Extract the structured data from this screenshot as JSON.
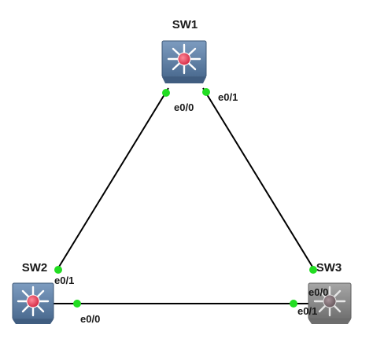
{
  "colors": {
    "link": "#000000",
    "port_up": "#22dd22",
    "switch_active_body": "#5e7fa3",
    "switch_inactive_body": "#8d8d8d",
    "switch_core_active": "#e8364e",
    "switch_core_inactive": "#7a6b70"
  },
  "nodes": [
    {
      "id": "SW1",
      "label": "SW1",
      "state": "active",
      "icon": "layer3-switch-icon"
    },
    {
      "id": "SW2",
      "label": "SW2",
      "state": "active",
      "icon": "layer3-switch-icon"
    },
    {
      "id": "SW3",
      "label": "SW3",
      "state": "inactive",
      "icon": "layer3-switch-icon"
    }
  ],
  "links": [
    {
      "id": "sw1-sw2",
      "a": "SW1",
      "a_port": "e0/0",
      "b": "SW2",
      "b_port": "e0/1"
    },
    {
      "id": "sw1-sw3",
      "a": "SW1",
      "a_port": "e0/1",
      "b": "SW3",
      "b_port": "e0/0"
    },
    {
      "id": "sw2-sw3",
      "a": "SW2",
      "a_port": "e0/0",
      "b": "SW3",
      "b_port": "e0/1"
    }
  ]
}
